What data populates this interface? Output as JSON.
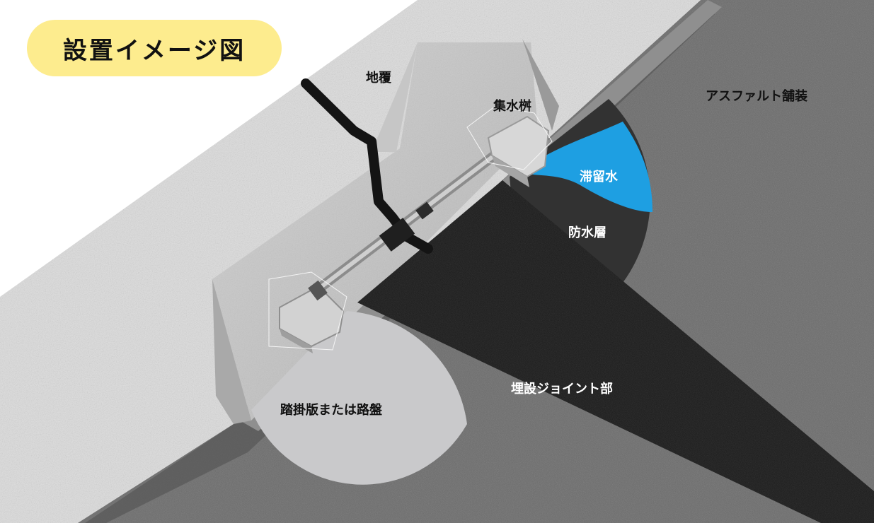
{
  "title": "設置イメージ図",
  "labels": {
    "cover": "地覆",
    "catch_basin": "集水桝",
    "asphalt": "アスファルト舗装",
    "stagnant_water": "滞留水",
    "waterproof_layer": "防水層",
    "buried_joint": "埋設ジョイント部",
    "approach_slab": "踏掛版または路盤"
  },
  "colors": {
    "title_bg": "#fdec8e",
    "stagnant_water": "#1e9fe2",
    "joint": "#1b1b1b",
    "asphalt": "#6d6d6d",
    "concrete": "#d9d9d9"
  },
  "icons": [
    "drain-pipe-icon",
    "catch-basin-icon"
  ]
}
